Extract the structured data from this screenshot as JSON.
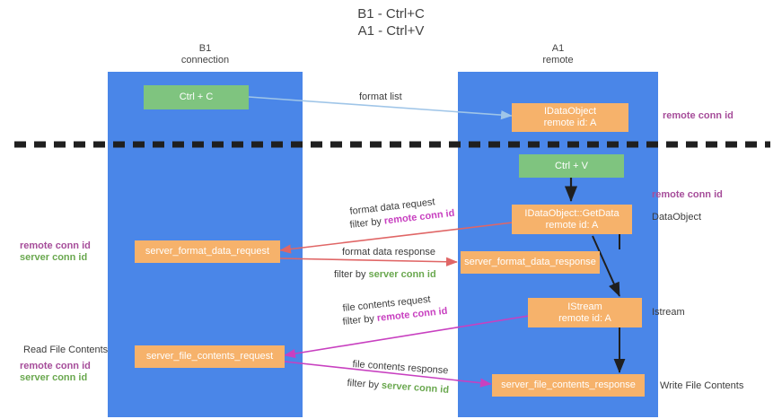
{
  "diagram": {
    "title": "B1 - Ctrl+C\nA1 - Ctrl+V",
    "lanes": [
      {
        "id": "b1",
        "title": "B1\nconnection"
      },
      {
        "id": "a1",
        "title": "A1\nremote"
      }
    ],
    "boxes": {
      "ctrl_c": {
        "line1": "Ctrl + C",
        "line2": ""
      },
      "idataobject": {
        "line1": "IDataObject",
        "line2": "remote id: A"
      },
      "ctrl_v": {
        "line1": "Ctrl + V",
        "line2": ""
      },
      "getdata": {
        "line1": "IDataObject::GetData",
        "line2": "remote id: A"
      },
      "fmt_request": {
        "line1": "server_format_data_request",
        "line2": ""
      },
      "fmt_response": {
        "line1": "server_format_data_response",
        "line2": ""
      },
      "istream": {
        "line1": "IStream",
        "line2": "remote id: A"
      },
      "file_request": {
        "line1": "server_file_contents_request",
        "line2": ""
      },
      "file_response": {
        "line1": "server_file_contents_response",
        "line2": ""
      }
    },
    "arrow_labels": {
      "format_list": "format list",
      "format_data_request": "format data request",
      "format_data_request_filter_prefix": "filter by ",
      "format_data_request_filter_key": "remote conn id",
      "format_data_response": "format data response",
      "format_data_response_filter_prefix": "filter by ",
      "format_data_response_filter_key": "server conn id",
      "file_contents_request": "file contents request",
      "file_contents_request_filter_prefix": "filter by ",
      "file_contents_request_filter_key": "remote conn id",
      "file_contents_response": "file contents response",
      "file_contents_response_filter_prefix": "filter by ",
      "file_contents_response_filter_key": "server conn id"
    },
    "side_labels": {
      "right_remote_conn_id_top": "remote conn id",
      "right_remote_conn_id_mid": "remote conn id",
      "right_dataobject": "DataObject",
      "right_istream": "Istream",
      "right_write_file_contents": "Write File Contents",
      "left_remote_conn_id": "remote conn id",
      "left_server_conn_id": "server conn id",
      "left_read_file_contents": "Read File Contents",
      "left_bottom_remote_conn_id": "remote conn id",
      "left_bottom_server_conn_id": "server conn id"
    },
    "colors": {
      "lane": "#4a86e8",
      "box_orange": "#f6b26b",
      "box_green": "#7fc47f",
      "arrow_blue": "#9fc5e8",
      "arrow_red": "#e06666",
      "arrow_magenta": "#c840c0",
      "arrow_black": "#1f1f1f",
      "divider": "#1f1f1f",
      "text_purple": "#c840c0",
      "text_green": "#6aa84f"
    }
  }
}
